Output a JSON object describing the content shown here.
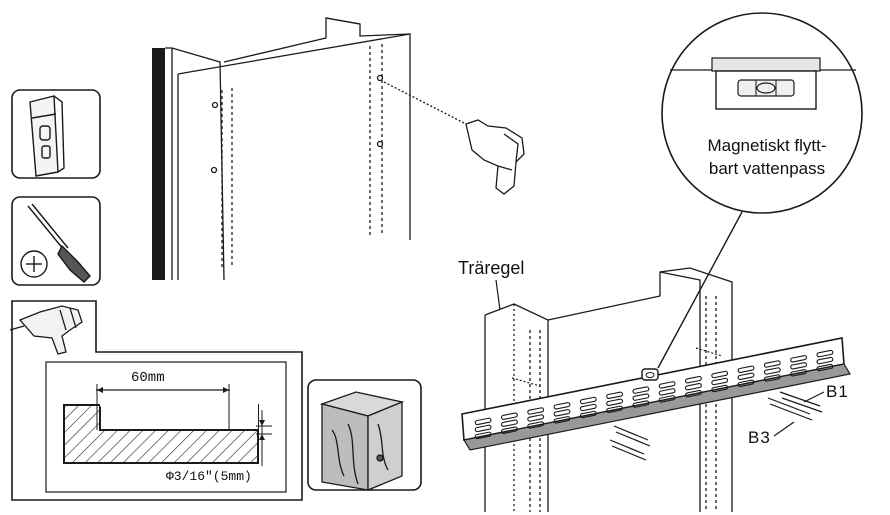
{
  "labels": {
    "level_line1": "Magnetiskt flytt-",
    "level_line2": "bart vattenpass",
    "stud": "Träregel",
    "bolt_b1": "B1",
    "bolt_b3": "B3",
    "depth": "60mm",
    "diameter": "Φ3/16\"(5mm)"
  },
  "icons": [
    "stud-finder-icon",
    "screwdriver-icon",
    "drill-icon",
    "wood-block-icon"
  ],
  "colors": {
    "line": "#1a1a1a",
    "background": "#ffffff",
    "hatch": "#333333"
  }
}
